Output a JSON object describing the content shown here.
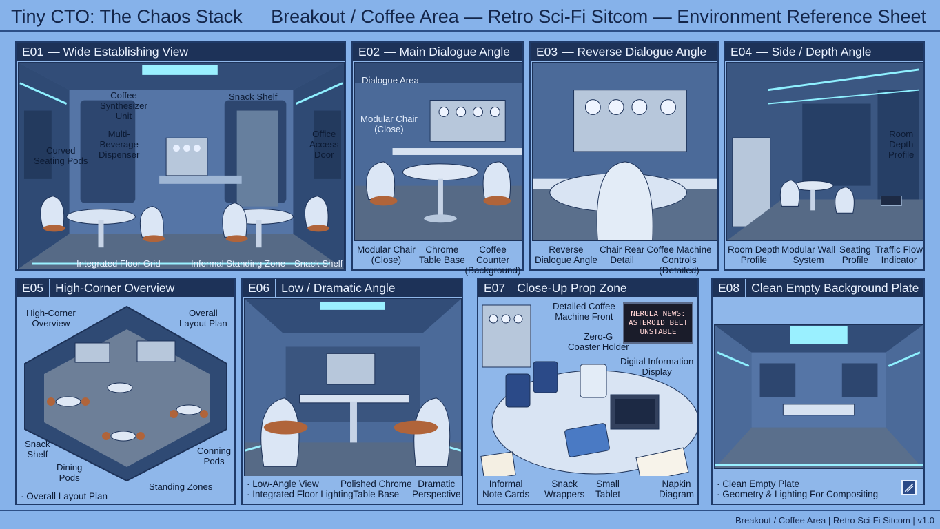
{
  "header": {
    "title": "Tiny CTO: The Chaos Stack",
    "subtitle": "Breakout / Coffee Area — Retro Sci-Fi Sitcom — Environment Reference Sheet"
  },
  "footer": {
    "text": "Breakout / Coffee Area | Retro Sci-Fi Sitcom | v1.0"
  },
  "colors": {
    "background": "#86b2ea",
    "panel_header": "#1d3258",
    "wall": "#3e5a86",
    "light_strip": "#7fe3ff",
    "cushion": "#b0643a"
  },
  "panels": {
    "e01": {
      "id": "E01",
      "title": "— Wide Establishing View",
      "labels": {
        "coffee_unit": "Coffee\nSynthesizer\nUnit",
        "snack_shelf_top": "Snack Shelf",
        "dispenser": "Multi-\nBeverage\nDispenser",
        "office_door": "Office\nAccess\nDoor",
        "seating_pods": "Curved\nSeating Pods",
        "floor_grid": "Integrated Floor Grid",
        "standing_zone": "Informal Standing Zone",
        "snack_shelf_bottom": "Snack Shelf"
      }
    },
    "e02": {
      "id": "E02",
      "title": "— Main Dialogue Angle",
      "labels": {
        "dialogue_area": "Dialogue Area",
        "modular_chair": "Modular Chair\n(Close)"
      },
      "captions": [
        "Modular Chair\n(Close)",
        "Chrome\nTable Base",
        "Coffee Counter\n(Background)"
      ]
    },
    "e03": {
      "id": "E03",
      "title": "— Reverse Dialogue Angle",
      "captions": [
        "Reverse\nDialogue Angle",
        "Chair Rear\nDetail",
        "Coffee Machine\nControls (Detailed)"
      ]
    },
    "e04": {
      "id": "E04",
      "title": "— Side / Depth Angle",
      "labels": {
        "room_depth": "Room\nDepth\nProfile"
      },
      "captions": [
        "Room Depth\nProfile",
        "Modular Wall\nSystem",
        "Seating\nProfile",
        "Traffic Flow\nIndicator"
      ]
    },
    "e05": {
      "id": "E05",
      "title": "High-Corner Overview",
      "labels": {
        "overview": "High-Corner\nOverview",
        "layout_plan": "Overall\nLayout Plan",
        "snack_shelf": "Snack\nShelf",
        "dining_pods": "Dining\nPods",
        "conning_pods": "Conning\nPods",
        "standing_zones": "Standing Zones"
      },
      "captions": [
        "· Overall Layout Plan"
      ]
    },
    "e06": {
      "id": "E06",
      "title": "Low / Dramatic Angle",
      "captions": [
        "· Low-Angle View\n· Integrated Floor Lighting",
        "Polished Chrome\nTable Base",
        "Dramatic\nPerspective"
      ]
    },
    "e07": {
      "id": "E07",
      "title": "Close-Up Prop Zone",
      "labels": {
        "machine_front": "Detailed Coffee\nMachine Front",
        "coaster": "Zero-G\nCoaster Holder",
        "info_display": "Digital Information\nDisplay",
        "news_screen": "NERULA NEWS:\nASTEROID BELT\nUNSTABLE"
      },
      "captions": [
        "Informal\nNote Cards",
        "Snack\nWrappers",
        "Small\nTablet",
        "Napkin\nDiagram"
      ]
    },
    "e08": {
      "id": "E08",
      "title": "Clean Empty Background Plate",
      "captions": [
        "· Clean Empty Plate\n· Geometry & Lighting For Compositing"
      ]
    }
  }
}
